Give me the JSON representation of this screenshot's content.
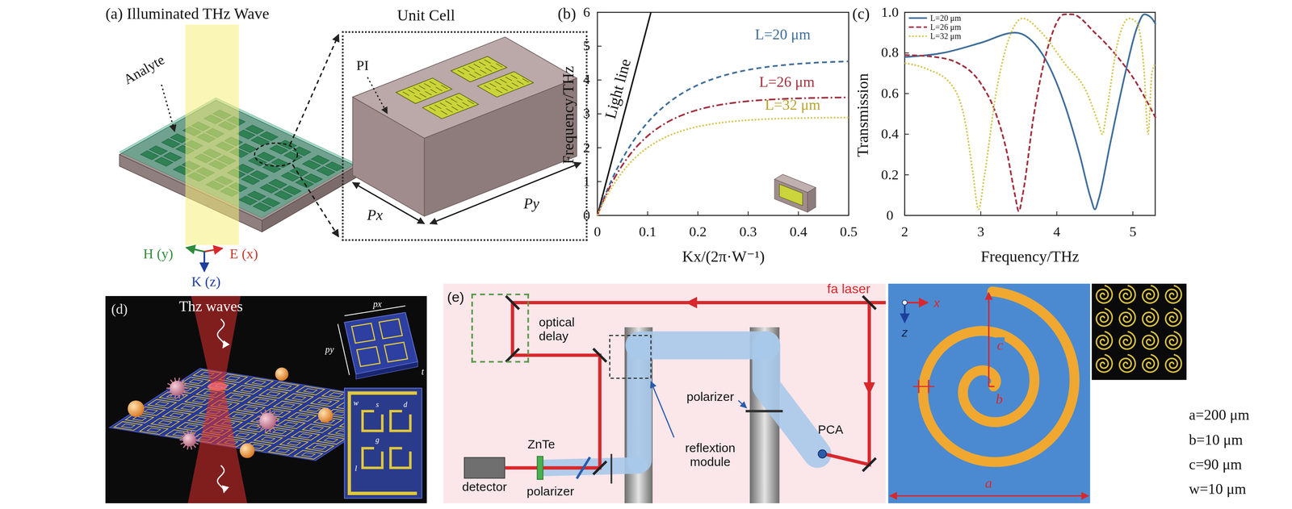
{
  "diagram": {
    "nodes": [
      {
        "text": [
          "Unit Cell"
        ]
      },
      {
        "text": [
          "optical delay"
        ]
      },
      {
        "text": [
          "detector"
        ]
      }
    ],
    "labels": [
      "(a) Illuminated THz Wave",
      "Analyte",
      "PI",
      "Px",
      "Py",
      "H (y)",
      "E (x)",
      "K (z)",
      "(b)",
      "Frequency/THz",
      "Light line",
      "L=20 μm",
      "L=26 μm",
      "L=32 μm",
      "0",
      "1",
      "2",
      "3",
      "4",
      "5",
      "6",
      "0",
      "0.1",
      "0.2",
      "0.3",
      "0.4",
      "0.5",
      "Kx/(2π·W⁻¹)",
      "(c)",
      "0",
      "0.2",
      "0.4",
      "0.6",
      "0.8",
      "1.0",
      "2",
      "3",
      "4",
      "5",
      "Transmission",
      "Frequency/THz",
      "(d)",
      "Thz waves",
      "px",
      "py",
      "t",
      "w",
      "s",
      "d",
      "l",
      "g",
      "(e)",
      "fa laser",
      "polarizer",
      "reflextion module",
      "PCA",
      "ZnTe",
      "polarizer",
      "x",
      "z",
      "c",
      "b",
      "a",
      "a=200 μm",
      "b=10 μm",
      "c=90 μm",
      "w=10 μm"
    ],
    "legend": [
      {
        "text": "L=20 μm"
      },
      {
        "text": "L=26 μm"
      },
      {
        "text": "L=32 μm"
      }
    ]
  }
}
